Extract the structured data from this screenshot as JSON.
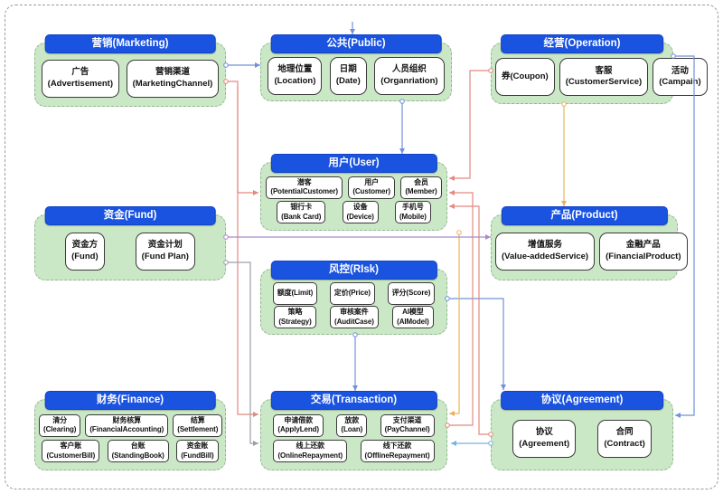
{
  "palette": {
    "header_blue": "#1a53e0",
    "group_green": "#cbe8c6",
    "blue": "#7291da",
    "lightblue": "#74b2e4",
    "red": "#e4897f",
    "orange": "#e9b35e",
    "purple": "#a98bc8",
    "gray": "#9aa0a6"
  },
  "groups": [
    {
      "id": "marketing",
      "label": "营销(Marketing)",
      "rows": [
        [
          {
            "line1": "广告",
            "line2": "(Advertisement)"
          },
          {
            "line1": "营销渠道",
            "line2": "(MarketingChannel)"
          }
        ]
      ]
    },
    {
      "id": "public",
      "label": "公共(Public)",
      "rows": [
        [
          {
            "line1": "地理位置",
            "line2": "(Location)"
          },
          {
            "line1": "日期",
            "line2": "(Date)"
          },
          {
            "line1": "人员组织",
            "line2": "(Organriation)"
          }
        ]
      ]
    },
    {
      "id": "operation",
      "label": "经营(Operation)",
      "rows": [
        [
          {
            "line1": "券(Coupon)",
            "line2": ""
          },
          {
            "line1": "客服",
            "line2": "(CustomerService)"
          },
          {
            "line1": "活动",
            "line2": "(Campain)"
          }
        ]
      ]
    },
    {
      "id": "user",
      "label": "用户(User)",
      "rows": [
        [
          {
            "line1": "潜客",
            "line2": "(PotentialCustomer)"
          },
          {
            "line1": "用户",
            "line2": "(Customer)"
          },
          {
            "line1": "会员",
            "line2": "(Member)"
          }
        ],
        [
          {
            "line1": "银行卡",
            "line2": "(Bank Card)"
          },
          {
            "line1": "设备",
            "line2": "(Device)"
          },
          {
            "line1": "手机号",
            "line2": "(Mobile)"
          }
        ]
      ]
    },
    {
      "id": "fund",
      "label": "资金(Fund)",
      "rows": [
        [
          {
            "line1": "资金方",
            "line2": "(Fund)"
          },
          {
            "line1": "资金计划",
            "line2": "(Fund Plan)"
          }
        ]
      ]
    },
    {
      "id": "product",
      "label": "产品(Product)",
      "rows": [
        [
          {
            "line1": "增值服务",
            "line2": "(Value-addedService)"
          },
          {
            "line1": "金融产品",
            "line2": "(FinancialProduct)"
          }
        ]
      ]
    },
    {
      "id": "risk",
      "label": "风控(RIsk)",
      "rows": [
        [
          {
            "line1": "额度(Limit)",
            "line2": ""
          },
          {
            "line1": "定价(Price)",
            "line2": ""
          },
          {
            "line1": "评分(Score)",
            "line2": ""
          }
        ],
        [
          {
            "line1": "策略",
            "line2": "(Strategy)"
          },
          {
            "line1": "审核案件",
            "line2": "(AuditCase)"
          },
          {
            "line1": "AI模型",
            "line2": "(AIModel)"
          }
        ]
      ]
    },
    {
      "id": "finance",
      "label": "财务(Finance)",
      "rows": [
        [
          {
            "line1": "清分",
            "line2": "(Clearing)"
          },
          {
            "line1": "财务核算",
            "line2": "(FinancialAccounting)"
          },
          {
            "line1": "结算",
            "line2": "(Settlement)"
          }
        ],
        [
          {
            "line1": "客户账",
            "line2": "(CustomerBill)"
          },
          {
            "line1": "台账",
            "line2": "(StandingBook)"
          },
          {
            "line1": "资金账",
            "line2": "(FundBill)"
          }
        ]
      ]
    },
    {
      "id": "transaction",
      "label": "交易(Transaction)",
      "rows": [
        [
          {
            "line1": "申请借款",
            "line2": "(ApplyLend)"
          },
          {
            "line1": "放款",
            "line2": "(Loan)"
          },
          {
            "line1": "支付渠道",
            "line2": "(PayChannel)"
          }
        ],
        [
          {
            "line1": "线上还款",
            "line2": "(OnlineRepayment)"
          },
          {
            "line1": "线下还款",
            "line2": "(OfflineRepayment)"
          }
        ]
      ]
    },
    {
      "id": "agreement",
      "label": "协议(Agreement)",
      "rows": [
        [
          {
            "line1": "协议",
            "line2": "(Agreement)"
          },
          {
            "line1": "合同",
            "line2": "(Contract)"
          }
        ]
      ]
    }
  ],
  "connectors": [
    {
      "from": "marketing",
      "to": "public",
      "color": "blue"
    },
    {
      "from": "border-top",
      "to": "public",
      "color": "blue"
    },
    {
      "from": "public",
      "to": "user",
      "color": "blue"
    },
    {
      "from": "operation",
      "to": "product",
      "color": "orange"
    },
    {
      "from": "risk",
      "to": "transaction",
      "color": "blue"
    },
    {
      "from": "risk",
      "to": "agreement",
      "color": "blue"
    },
    {
      "from": "operation",
      "to": "agreement",
      "color": "blue"
    },
    {
      "from": "marketing",
      "to": "user",
      "color": "red"
    },
    {
      "from": "marketing",
      "to": "transaction",
      "color": "red"
    },
    {
      "from": "operation",
      "to": "user",
      "color": "red"
    },
    {
      "from": "transaction",
      "to": "user",
      "color": "red"
    },
    {
      "from": "agreement",
      "to": "user",
      "color": "red"
    },
    {
      "from": "user",
      "to": "transaction",
      "color": "orange"
    },
    {
      "from": "fund",
      "to": "product",
      "color": "purple"
    },
    {
      "from": "fund",
      "to": "transaction",
      "color": "gray"
    },
    {
      "from": "agreement",
      "to": "transaction",
      "color": "lightblue"
    }
  ]
}
